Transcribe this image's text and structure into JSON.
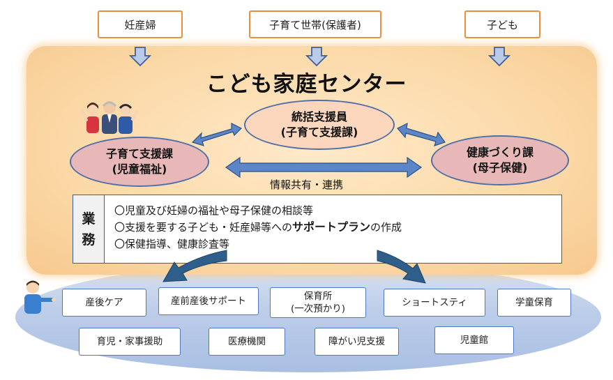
{
  "top_boxes": {
    "pregnant": "妊産婦",
    "guardians": "子育て世帯(保護者)",
    "children": "子ども"
  },
  "title": "こども家庭センター",
  "ovals": {
    "coordinator_line1": "統括支援員",
    "coordinator_line2": "(子育て支援課)",
    "childcare_line1": "子育て支援課",
    "childcare_line2": "(児童福祉)",
    "health_line1": "健康づくり課",
    "health_line2": "(母子保健)"
  },
  "share_label": "情報共有・連携",
  "tasks": {
    "heading_1": "業",
    "heading_2": "務",
    "item1": "〇児童及び妊婦の福祉や母子保健の相談等",
    "item2_pre": "〇支援を要する子ども・妊産婦等への",
    "item2_bold": "サポートプラン",
    "item2_post": "の作成",
    "item3": "〇保健指導、健康診査等"
  },
  "services": {
    "postpartum_care": "産後ケア",
    "pre_post_support": "産前産後サポート",
    "nursery_line1": "保育所",
    "nursery_line2": "(一次預かり)",
    "short_stay": "ショートスティ",
    "after_school": "学童保育",
    "housework_help": "育児・家事援助",
    "medical": "医療機関",
    "disability_support": "障がい児支援",
    "childrens_hall": "児童館"
  },
  "colors": {
    "box_border": "#eb8f3c",
    "arrow_fill": "#b9cbe8",
    "arrow_stroke": "#3f5f97",
    "dark_arrow": "#2e5f8a",
    "double_arrow": "#5b86c7"
  }
}
